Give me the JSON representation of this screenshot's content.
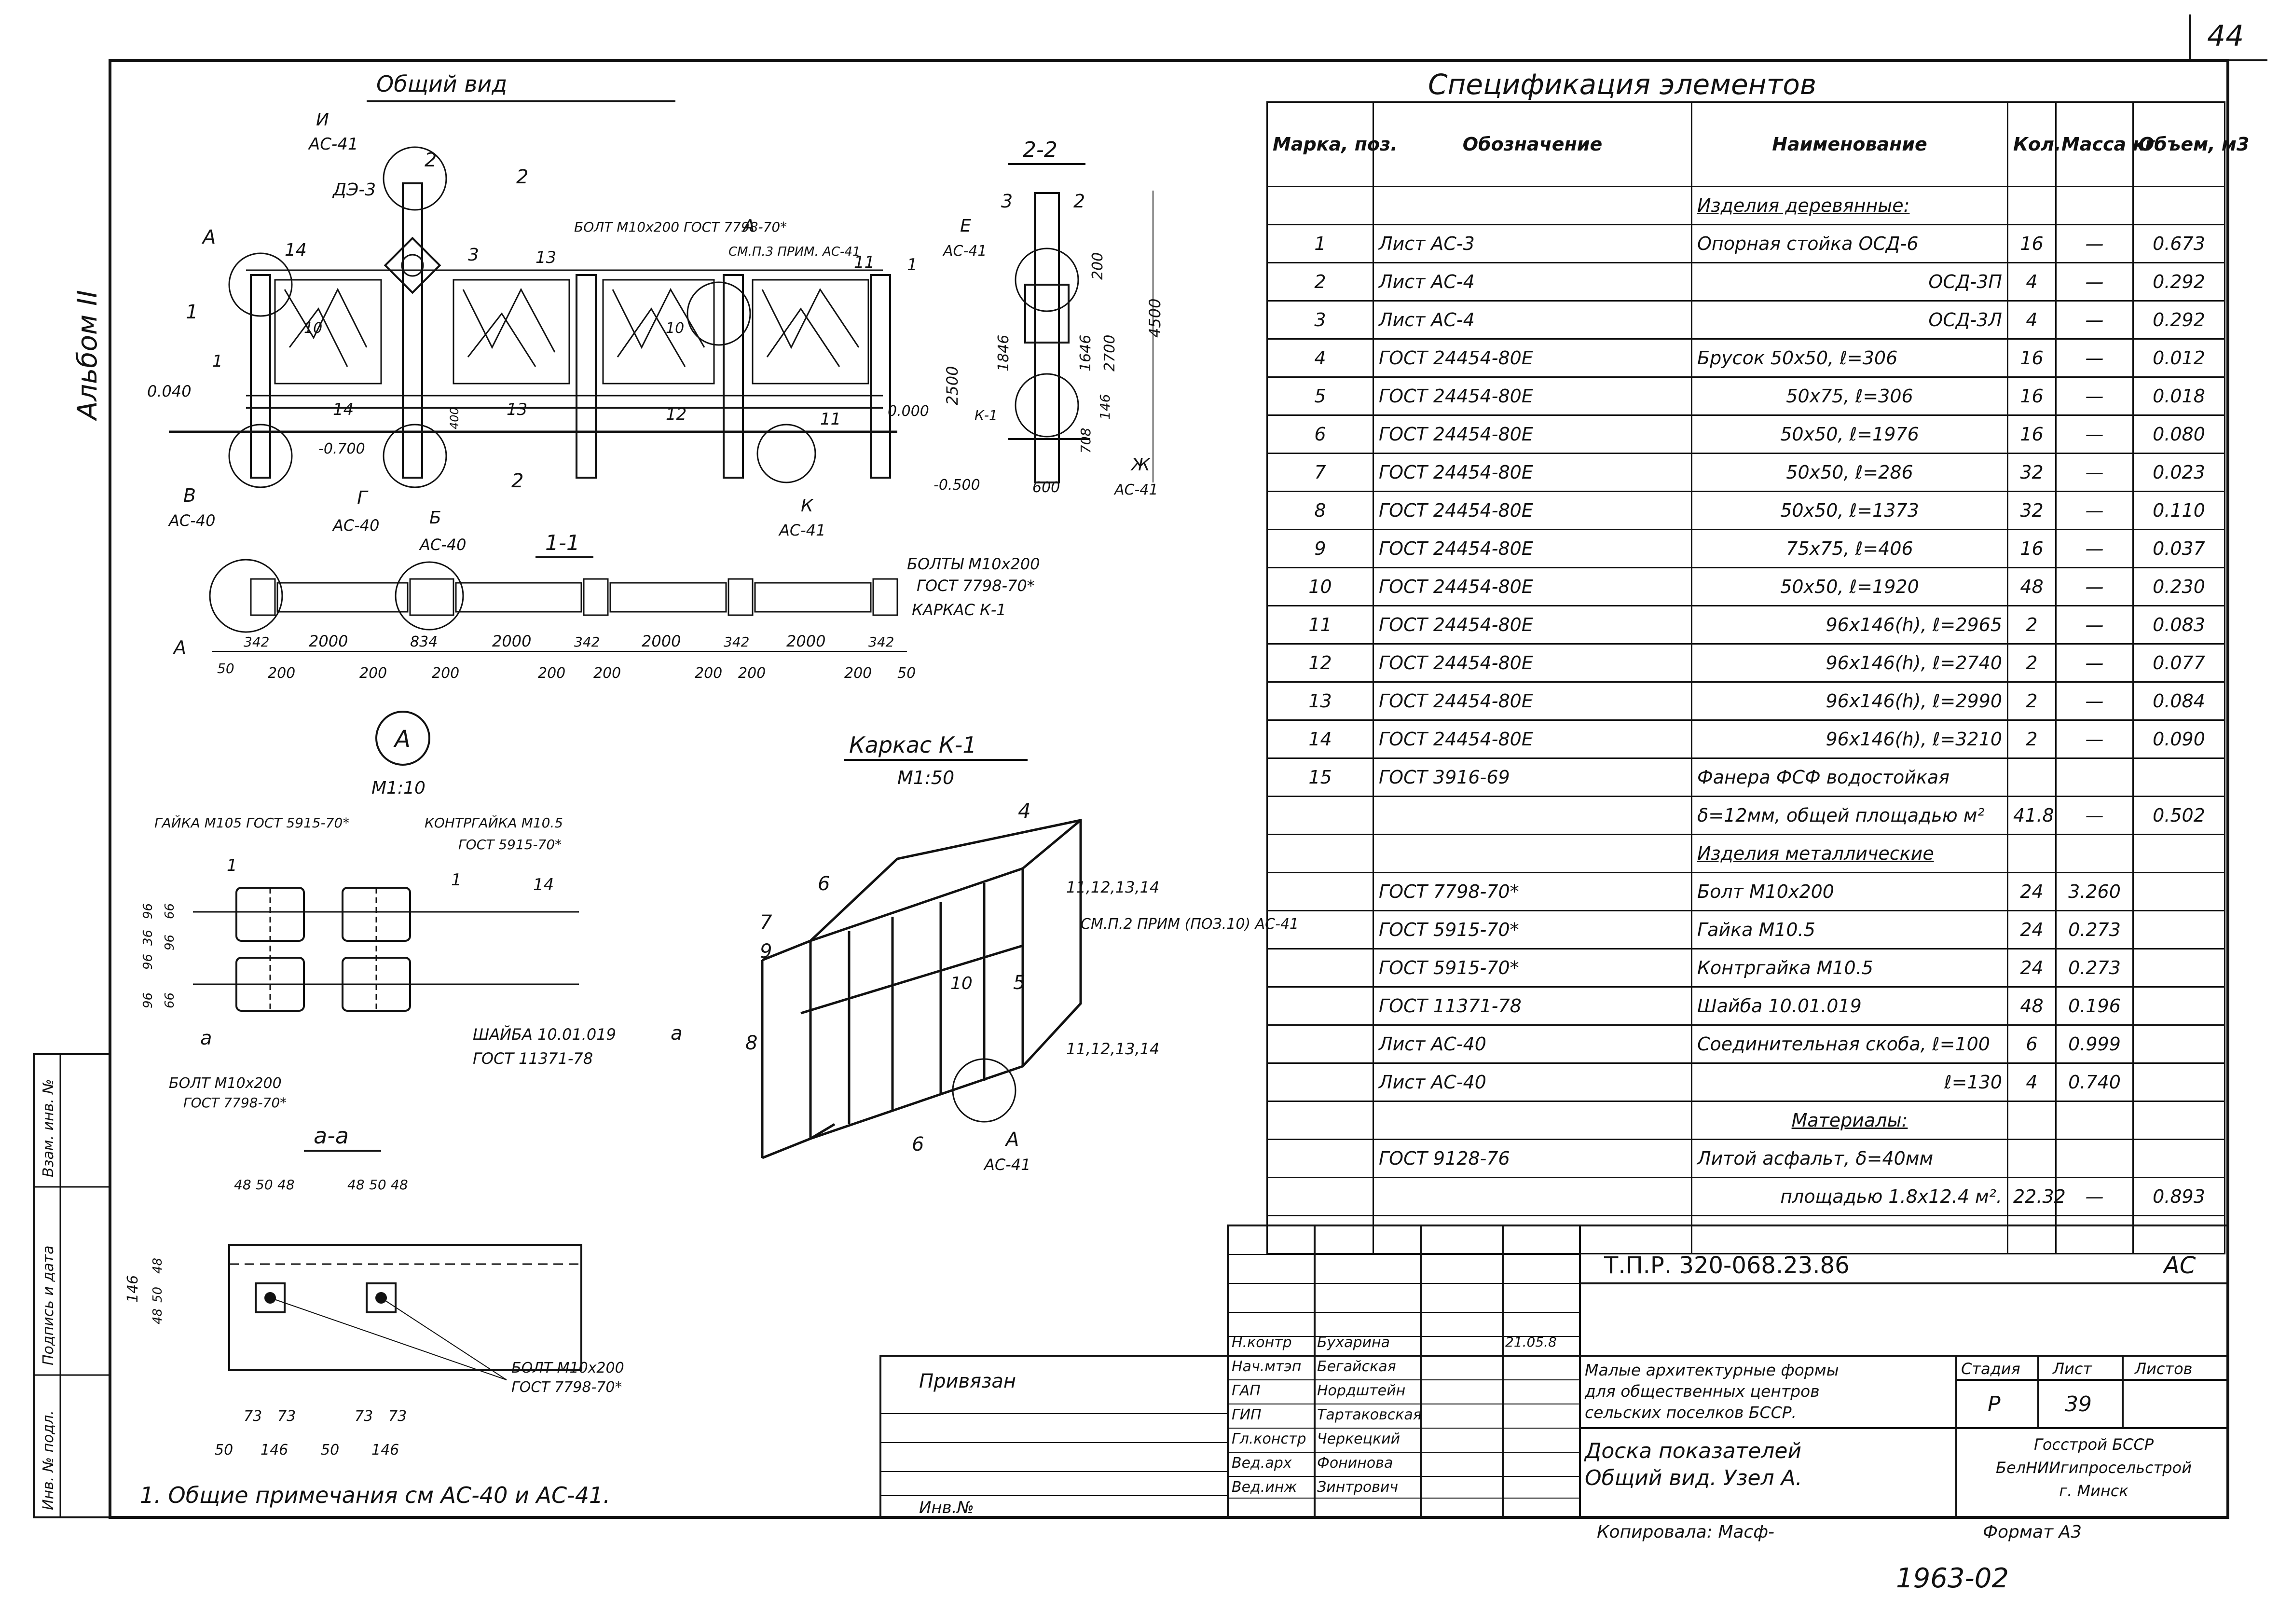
{
  "sheet_number_corner": "44",
  "album_label": "Альбом II",
  "general_view": {
    "title": "Общий вид",
    "callout_I": "И",
    "callout_I_ref": "АС-41",
    "de3": "ДЭ-3",
    "section_22_mark": "2",
    "bolt_note": "БОЛТ М10х200 ГОСТ 7798-70*",
    "a1_note": "А",
    "a1_ref": "СМ.П.3 ПРИМ. АС-41",
    "elev_0040": "0.040",
    "elev_0700": "-0.700",
    "elev_0000": "0.000",
    "elev_0500": "-0.500",
    "label_V": "В",
    "label_V_ref": "АС-40",
    "label_G": "Г",
    "label_G_ref": "АС-40",
    "label_B": "Б",
    "label_B_ref": "АС-40",
    "label_K": "К",
    "label_K_ref": "АС-41",
    "label_A": "А",
    "pos_numbers": [
      "14",
      "10",
      "13",
      "10",
      "11",
      "1",
      "1",
      "14",
      "13",
      "12",
      "11",
      "3",
      "2",
      "1"
    ],
    "dim_2500": "2500",
    "dim_400": "400"
  },
  "section_2_2": {
    "title": "2-2",
    "labels": [
      "3",
      "2",
      "Е",
      "АС-41",
      "К-1",
      "Ж",
      "АС-41"
    ],
    "dims": [
      "200",
      "1846",
      "1646",
      "2700",
      "4500",
      "146",
      "708",
      "600"
    ]
  },
  "section_1_1": {
    "title": "1-1",
    "note_bolts": "БОЛТЫ М10х200",
    "note_gost": "ГОСТ 7798-70*",
    "note_frame": "КАРКАС К-1",
    "callout": "А",
    "dims_top": [
      "342",
      "2000",
      "834",
      "2000",
      "342",
      "2000",
      "342",
      "2000",
      "342"
    ],
    "dims_bottom": [
      "50",
      "200",
      "200",
      "200",
      "200",
      "200",
      "200",
      "200",
      "200",
      "50"
    ]
  },
  "node_A": {
    "label": "А",
    "scale": "М1:10",
    "nut_note": "ГАЙКА М105 ГОСТ 5915-70*",
    "locknut_note": "КОНТРГАЙКА М10.5",
    "locknut_gost": "ГОСТ 5915-70*",
    "washer_note": "ШАЙБА 10.01.019",
    "washer_gost": "ГОСТ 11371-78",
    "bolt_note": "БОЛТ М10х200",
    "bolt_gost": "ГОСТ 7798-70*",
    "mark_a": "а",
    "dims": [
      "96",
      "36",
      "96",
      "66",
      "96",
      "96",
      "66"
    ],
    "pos": [
      "1",
      "1",
      "14"
    ]
  },
  "frame_K1": {
    "title": "Каркас К-1",
    "scale": "М1:50",
    "labels": [
      "4",
      "6",
      "7",
      "9",
      "8",
      "6",
      "5",
      "10"
    ],
    "note_1": "11,12,13,14",
    "note_2": "СМ.П.2 ПРИМ (ПОЗ.10) АС-41",
    "note_3": "11,12,13,14",
    "callout": "А",
    "callout_ref": "АС-41"
  },
  "section_aa": {
    "title": "а-а",
    "dims_top": [
      "48",
      "50",
      "48",
      "48",
      "50",
      "48"
    ],
    "dims_left": [
      "146",
      "48",
      "50",
      "48"
    ],
    "dims_bottom": [
      "73",
      "73",
      "73",
      "73",
      "50",
      "146",
      "50",
      "146"
    ],
    "bolt_note": "БОЛТ М10х200",
    "bolt_gost": "ГОСТ 7798-70*"
  },
  "general_note": "1. Общие примечания см АС-40 и АС-41.",
  "left_stamp": {
    "cells": [
      "Инв. № подл.",
      "Подпись и дата",
      "Взам. инв. №"
    ]
  },
  "spec": {
    "title": "Спецификация элементов",
    "headers": [
      "Марка, поз.",
      "Обозначение",
      "Наименование",
      "Кол.",
      "Масса кг",
      "Объем, м3"
    ],
    "rows": [
      {
        "mark": "",
        "code": "",
        "name": "Изделия деревянные:",
        "qty": "",
        "mass": "",
        "vol": "",
        "style": "u"
      },
      {
        "mark": "1",
        "code": "Лист АС-3",
        "name": "Опорная стойка ОСД-6",
        "qty": "16",
        "mass": "—",
        "vol": "0.673"
      },
      {
        "mark": "2",
        "code": "Лист АС-4",
        "name": "ОСД-3П",
        "qty": "4",
        "mass": "—",
        "vol": "0.292",
        "style": "r"
      },
      {
        "mark": "3",
        "code": "Лист АС-4",
        "name": "ОСД-3Л",
        "qty": "4",
        "mass": "—",
        "vol": "0.292",
        "style": "r"
      },
      {
        "mark": "4",
        "code": "ГОСТ 24454-80Е",
        "name": "Брусок 50х50, ℓ=306",
        "qty": "16",
        "mass": "—",
        "vol": "0.012"
      },
      {
        "mark": "5",
        "code": "ГОСТ 24454-80Е",
        "name": "50х75, ℓ=306",
        "qty": "16",
        "mass": "—",
        "vol": "0.018",
        "style": "c"
      },
      {
        "mark": "6",
        "code": "ГОСТ 24454-80Е",
        "name": "50х50, ℓ=1976",
        "qty": "16",
        "mass": "—",
        "vol": "0.080",
        "style": "c"
      },
      {
        "mark": "7",
        "code": "ГОСТ 24454-80Е",
        "name": "50х50, ℓ=286",
        "qty": "32",
        "mass": "—",
        "vol": "0.023",
        "style": "c"
      },
      {
        "mark": "8",
        "code": "ГОСТ 24454-80Е",
        "name": "50х50, ℓ=1373",
        "qty": "32",
        "mass": "—",
        "vol": "0.110",
        "style": "c"
      },
      {
        "mark": "9",
        "code": "ГОСТ 24454-80Е",
        "name": "75х75, ℓ=406",
        "qty": "16",
        "mass": "—",
        "vol": "0.037",
        "style": "c"
      },
      {
        "mark": "10",
        "code": "ГОСТ 24454-80Е",
        "name": "50х50, ℓ=1920",
        "qty": "48",
        "mass": "—",
        "vol": "0.230",
        "style": "c"
      },
      {
        "mark": "11",
        "code": "ГОСТ 24454-80Е",
        "name": "96х146(h), ℓ=2965",
        "qty": "2",
        "mass": "—",
        "vol": "0.083",
        "style": "r"
      },
      {
        "mark": "12",
        "code": "ГОСТ 24454-80Е",
        "name": "96х146(h), ℓ=2740",
        "qty": "2",
        "mass": "—",
        "vol": "0.077",
        "style": "r"
      },
      {
        "mark": "13",
        "code": "ГОСТ 24454-80Е",
        "name": "96х146(h), ℓ=2990",
        "qty": "2",
        "mass": "—",
        "vol": "0.084",
        "style": "r"
      },
      {
        "mark": "14",
        "code": "ГОСТ 24454-80Е",
        "name": "96х146(h), ℓ=3210",
        "qty": "2",
        "mass": "—",
        "vol": "0.090",
        "style": "r"
      },
      {
        "mark": "15",
        "code": "ГОСТ 3916-69",
        "name": "Фанера ФСФ водостойкая",
        "qty": "",
        "mass": "",
        "vol": ""
      },
      {
        "mark": "",
        "code": "",
        "name": "δ=12мм, общей площадью м²",
        "qty": "41.8",
        "mass": "—",
        "vol": "0.502"
      },
      {
        "mark": "",
        "code": "",
        "name": "Изделия металлические",
        "qty": "",
        "mass": "",
        "vol": "",
        "style": "u"
      },
      {
        "mark": "",
        "code": "ГОСТ 7798-70*",
        "name": "Болт М10х200",
        "qty": "24",
        "mass": "3.260",
        "vol": ""
      },
      {
        "mark": "",
        "code": "ГОСТ 5915-70*",
        "name": "Гайка М10.5",
        "qty": "24",
        "mass": "0.273",
        "vol": ""
      },
      {
        "mark": "",
        "code": "ГОСТ 5915-70*",
        "name": "Контргайка М10.5",
        "qty": "24",
        "mass": "0.273",
        "vol": ""
      },
      {
        "mark": "",
        "code": "ГОСТ 11371-78",
        "name": "Шайба 10.01.019",
        "qty": "48",
        "mass": "0.196",
        "vol": ""
      },
      {
        "mark": "",
        "code": "Лист АС-40",
        "name": "Соединительная скоба, ℓ=100",
        "qty": "6",
        "mass": "0.999",
        "vol": ""
      },
      {
        "mark": "",
        "code": "Лист АС-40",
        "name": "ℓ=130",
        "qty": "4",
        "mass": "0.740",
        "vol": "",
        "style": "r"
      },
      {
        "mark": "",
        "code": "",
        "name": "Материалы:",
        "qty": "",
        "mass": "",
        "vol": "",
        "style": "uc"
      },
      {
        "mark": "",
        "code": "ГОСТ 9128-76",
        "name": "Литой асфальт, δ=40мм",
        "qty": "",
        "mass": "",
        "vol": ""
      },
      {
        "mark": "",
        "code": "",
        "name": "площадью 1.8х12.4 м².",
        "qty": "22.32",
        "mass": "—",
        "vol": "0.893",
        "style": "r"
      },
      {
        "mark": "",
        "code": "",
        "name": "",
        "qty": "",
        "mass": "",
        "vol": ""
      }
    ]
  },
  "title_block": {
    "doc_code": "Т.П.Р. 320-068.23.86",
    "section": "АС",
    "privyazan": "Привязан",
    "inv_no": "Инв.№",
    "roles": [
      {
        "role": "Н.контр",
        "name": "Бухарина",
        "date": "21.05.8"
      },
      {
        "role": "Нач.мтэп",
        "name": "Бегайская",
        "date": ""
      },
      {
        "role": "ГАП",
        "name": "Нордштейн",
        "date": ""
      },
      {
        "role": "ГИП",
        "name": "Тартаковская",
        "date": ""
      },
      {
        "role": "Гл.констр",
        "name": "Черкецкий",
        "date": ""
      },
      {
        "role": "Вед.арх",
        "name": "Фонинова",
        "date": ""
      },
      {
        "role": "Вед.инж",
        "name": "Зинтрович",
        "date": ""
      }
    ],
    "project_name": "Малые архитектурные формы для общественных центров сельских поселков БССР.",
    "project_lines": [
      "Малые архитектурные формы",
      "для общественных центров",
      "сельских поселков БССР."
    ],
    "stage_label": "Стадия",
    "sheet_label": "Лист",
    "sheets_label": "Листов",
    "stage": "Р",
    "sheet": "39",
    "sheets": "",
    "drawing_title_lines": [
      "Доска показателей",
      "Общий вид. Узел А."
    ],
    "org_lines": [
      "Госстрой БССР",
      "БелНИИгипросельстрой",
      "г. Минск"
    ],
    "copied_by": "Копировала: Масф-",
    "format": "Формат А3",
    "archive_no": "1963-02"
  }
}
